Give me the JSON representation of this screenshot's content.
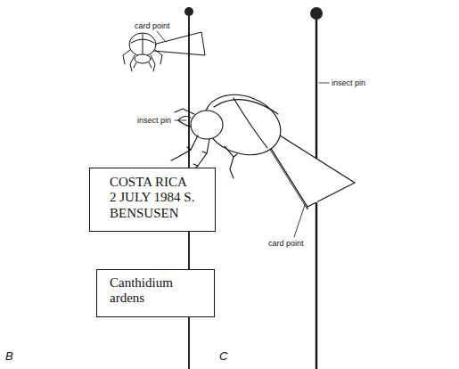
{
  "diagram": {
    "nodes": [
      {
        "text": [
          "COSTA RICA 2 JULY 1984 S. BENSUSEN"
        ]
      },
      {
        "text": [
          "Canthidium ardens"
        ]
      }
    ],
    "edges": [],
    "labels": [
      "card point",
      "insect pin",
      "card point",
      "insect pin",
      "B",
      "C"
    ]
  }
}
